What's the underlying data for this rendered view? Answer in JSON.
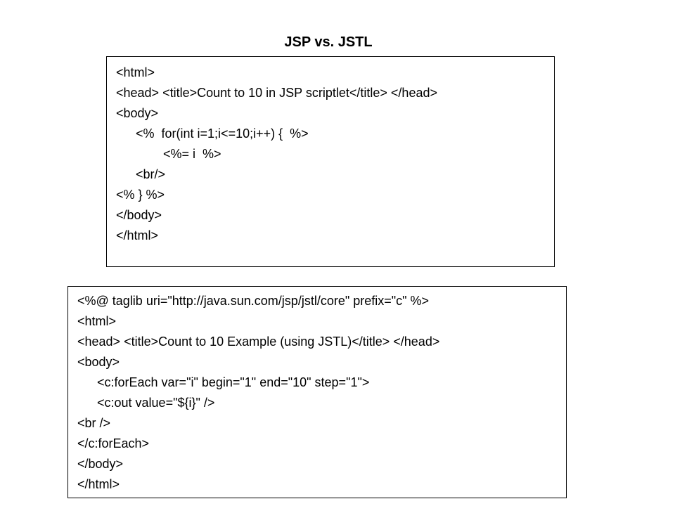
{
  "slide": {
    "title": "JSP vs. JSTL"
  },
  "jsp_block": {
    "lines": [
      {
        "text": "<html>",
        "indent": 0
      },
      {
        "text": "<head> <title>Count to 10 in JSP scriptlet</title> </head>",
        "indent": 0
      },
      {
        "text": "<body>",
        "indent": 0
      },
      {
        "text": "<%  for(int i=1;i<=10;i++) {  %>",
        "indent": 1
      },
      {
        "text": "<%= i  %>",
        "indent": 2
      },
      {
        "text": "<br/>",
        "indent": 1
      },
      {
        "text": "<% } %>",
        "indent": 0
      },
      {
        "text": "</body>",
        "indent": 0
      },
      {
        "text": "</html>",
        "indent": 0
      }
    ]
  },
  "jstl_block": {
    "lines": [
      {
        "text": "<%@ taglib uri=\"http://java.sun.com/jsp/jstl/core\" prefix=\"c\" %>",
        "indent": 0
      },
      {
        "text": "<html>",
        "indent": 0
      },
      {
        "text": "<head> <title>Count to 10 Example (using JSTL)</title> </head>",
        "indent": 0
      },
      {
        "text": "<body>",
        "indent": 0
      },
      {
        "text": "<c:forEach var=\"i\" begin=\"1\" end=\"10\" step=\"1\">",
        "indent": 1
      },
      {
        "text": "<c:out value=\"${i}\" />",
        "indent": 1
      },
      {
        "text": "<br />",
        "indent": 0
      },
      {
        "text": "</c:forEach>",
        "indent": 0
      },
      {
        "text": "</body>",
        "indent": 0
      },
      {
        "text": "</html>",
        "indent": 0
      }
    ]
  }
}
